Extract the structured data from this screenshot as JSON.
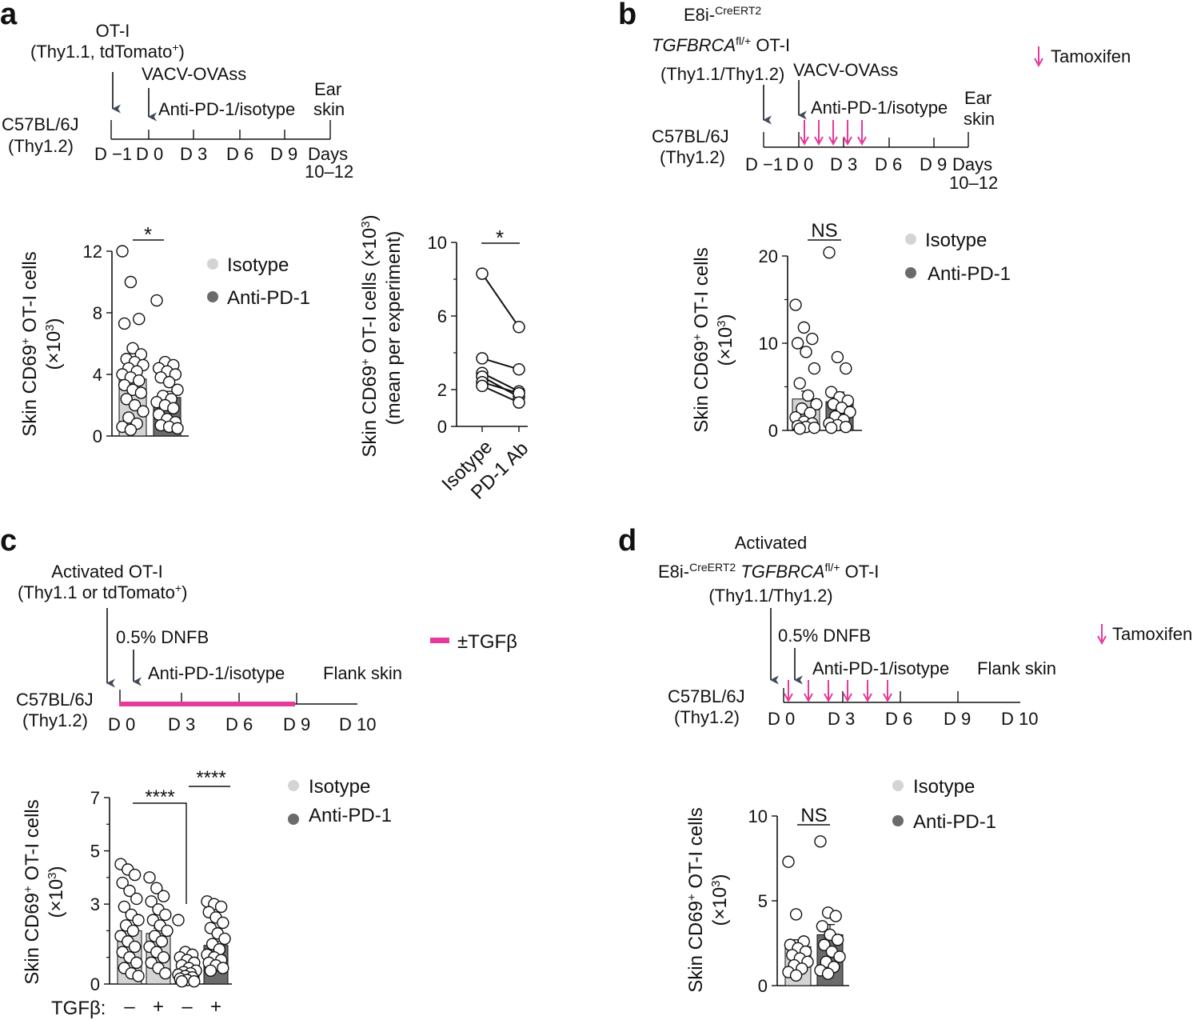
{
  "panels": {
    "a": {
      "label": "a",
      "timeline": {
        "cell_line1": "OT-I",
        "cell_line2": "(Thy1.1, tdTomato",
        "cell_sup": "+",
        "cell_line2_end": ")",
        "infection": "VACV-OVAss",
        "treatment": "Anti-PD-1/isotype",
        "harvest1": "Ear",
        "harvest2": "skin",
        "host1": "C57BL/6J",
        "host2": "(Thy1.2)",
        "ticks": [
          "D −1",
          "D 0",
          "D 3",
          "D 6",
          "D 9"
        ],
        "days1": "Days",
        "days2": "10–12"
      },
      "legend": [
        "Isotype",
        "Anti-PD-1"
      ],
      "ylabel1": "Skin CD69",
      "ylabel_sup": "+",
      "ylabel1_end": " OT-I cells",
      "ylabel2": "(×10",
      "ylabel2_sup": "3",
      "ylabel2_end": ")",
      "sig": "*",
      "paired_ylabel1": "Skin CD69",
      "paired_ylabel_sup": "+",
      "paired_ylabel1_end": " OT-I cells (×10",
      "paired_ylabel1_sup2": "3",
      "paired_ylabel1_end2": ")",
      "paired_ylabel2": "(mean per experiment)",
      "paired_xlabels": [
        "Isotype",
        "PD-1 Ab"
      ],
      "paired_sig": "*"
    },
    "b": {
      "label": "b",
      "timeline": {
        "gene_line1": "E8i-",
        "gene_sup1": "CreERT2",
        "gene_line2": "TGFBRCA",
        "gene_sup2": "fl/+",
        "gene_line2_end": " OT-I",
        "gene_line3": "(Thy1.1/Thy1.2)",
        "infection": "VACV-OVAss",
        "treatment": "Anti-PD-1/isotype",
        "harvest1": "Ear",
        "harvest2": "skin",
        "host1": "C57BL/6J",
        "host2": "(Thy1.2)",
        "ticks": [
          "D −1",
          "D 0",
          "D 3",
          "D 6",
          "D 9"
        ],
        "days1": "Days",
        "days2": "10–12",
        "tamoxifen": "Tamoxifen"
      },
      "legend": [
        "Isotype",
        "Anti-PD-1"
      ],
      "ylabel1": "Skin CD69",
      "ylabel_sup": "+",
      "ylabel1_end": " OT-I cells",
      "ylabel2": "(×10",
      "ylabel2_sup": "3",
      "ylabel2_end": ")",
      "sig": "NS"
    },
    "c": {
      "label": "c",
      "timeline": {
        "cell_line1": "Activated OT-I",
        "cell_line2": "(Thy1.1 or tdTomato",
        "cell_sup": "+",
        "cell_line2_end": ")",
        "sensitizer": "0.5% DNFB",
        "treatment": "Anti-PD-1/isotype",
        "harvest": "Flank skin",
        "host1": "C57BL/6J",
        "host2": "(Thy1.2)",
        "ticks": [
          "D 0",
          "D 3",
          "D 6",
          "D 9",
          "D 10"
        ],
        "tgfb_legend": "±TGFβ"
      },
      "legend": [
        "Isotype",
        "Anti-PD-1"
      ],
      "ylabel1": "Skin CD69",
      "ylabel_sup": "+",
      "ylabel1_end": " OT-I cells",
      "ylabel2": "(×10",
      "ylabel2_sup": "3",
      "ylabel2_end": ")",
      "sig1": "****",
      "sig2": "****",
      "tgfb_row_label": "TGFβ:",
      "tgfb_row": [
        "–",
        "+",
        "–",
        "+"
      ]
    },
    "d": {
      "label": "d",
      "timeline": {
        "gene_line0": "Activated",
        "gene_line1": "E8i-",
        "gene_sup1": "CreERT2",
        "gene_line2": " TGFBRCA",
        "gene_sup2": "fl/+",
        "gene_line2_end": " OT-I",
        "gene_line3": "(Thy1.1/Thy1.2)",
        "sensitizer": "0.5% DNFB",
        "treatment": "Anti-PD-1/isotype",
        "harvest": "Flank skin",
        "host1": "C57BL/6J",
        "host2": "(Thy1.2)",
        "ticks": [
          "D 0",
          "D 3",
          "D 6",
          "D 9",
          "D 10"
        ],
        "tamoxifen": "Tamoxifen"
      },
      "legend": [
        "Isotype",
        "Anti-PD-1"
      ],
      "ylabel1": "Skin CD69",
      "ylabel_sup": "+",
      "ylabel1_end": " OT-I cells",
      "ylabel2": "(×10",
      "ylabel2_sup": "3",
      "ylabel2_end": ")",
      "sig": "NS"
    }
  },
  "colors": {
    "isotype": "#d4d4d4",
    "anti_pd1": "#6b6b6b",
    "tamoxifen": "#e6399b",
    "tgfb": "#e6399b",
    "arrow": "#3f4a5a"
  },
  "chart_data": [
    {
      "panel": "a",
      "type": "bar",
      "categories": [
        "Isotype",
        "Anti-PD-1"
      ],
      "ylim": [
        0,
        12
      ],
      "yticks": [
        0,
        4,
        8,
        12
      ],
      "values": [
        3.7,
        2.5
      ],
      "sem": [
        0.6,
        0.4
      ],
      "points": [
        [
          12.0,
          10.0,
          7.6,
          7.3,
          5.7,
          5.3,
          5.0,
          4.8,
          4.6,
          4.4,
          4.2,
          4.0,
          3.8,
          3.6,
          3.3,
          3.0,
          2.8,
          2.4,
          2.0,
          1.6,
          1.2,
          0.8,
          0.6,
          0.4
        ],
        [
          8.8,
          4.8,
          4.6,
          4.4,
          4.2,
          4.0,
          3.8,
          3.5,
          3.0,
          2.6,
          2.4,
          2.2,
          2.0,
          1.8,
          1.4,
          1.1,
          0.9,
          0.7,
          0.6,
          0.5
        ]
      ],
      "legend": "right",
      "grid": false
    },
    {
      "panel": "a",
      "type": "scatter",
      "categories": [
        "Isotype",
        "PD-1 Ab"
      ],
      "ylim": [
        0,
        10
      ],
      "yticks": [
        0,
        2,
        6,
        10
      ],
      "pairs": [
        [
          8.3,
          5.4
        ],
        [
          3.7,
          3.1
        ],
        [
          2.9,
          1.9
        ],
        [
          2.7,
          1.6
        ],
        [
          2.4,
          1.8
        ],
        [
          2.2,
          1.3
        ]
      ],
      "grid": false
    },
    {
      "panel": "b",
      "type": "bar",
      "categories": [
        "Isotype",
        "Anti-PD-1"
      ],
      "ylim": [
        0,
        20
      ],
      "yticks": [
        0,
        10,
        20
      ],
      "values": [
        3.6,
        3.3
      ],
      "sem": [
        0.9,
        1.1
      ],
      "points": [
        [
          14.4,
          11.8,
          10.5,
          10.0,
          9.0,
          7.1,
          5.4,
          4.0,
          3.0,
          2.5,
          2.0,
          1.5,
          1.0,
          0.8,
          0.5,
          0.4,
          0.3,
          0.2
        ],
        [
          20.4,
          8.4,
          7.1,
          4.4,
          3.8,
          3.4,
          3.0,
          2.6,
          2.1,
          1.6,
          1.2,
          0.8,
          0.6,
          0.4,
          0.3
        ]
      ],
      "legend": "right",
      "grid": false
    },
    {
      "panel": "c",
      "type": "bar",
      "categories": [
        "Isotype –TGFβ",
        "Isotype +TGFβ",
        "Anti-PD-1 –TGFβ",
        "Anti-PD-1 +TGFβ"
      ],
      "ylim": [
        0,
        7
      ],
      "yticks": [
        0,
        3,
        5,
        7
      ],
      "values": [
        2.0,
        1.9,
        0.55,
        1.45
      ],
      "sem": [
        0.2,
        0.2,
        0.1,
        0.15
      ],
      "points": [
        [
          4.5,
          4.3,
          4.1,
          3.8,
          3.5,
          3.2,
          2.9,
          2.6,
          2.4,
          2.2,
          2.0,
          1.8,
          1.6,
          1.4,
          1.2,
          1.0,
          0.8,
          0.6,
          0.4,
          0.3
        ],
        [
          4.0,
          3.6,
          3.3,
          3.1,
          2.8,
          2.6,
          2.4,
          2.2,
          2.0,
          1.8,
          1.6,
          1.4,
          1.2,
          1.0,
          0.8,
          0.6,
          0.4
        ],
        [
          2.4,
          1.2,
          1.1,
          1.0,
          0.9,
          0.8,
          0.7,
          0.6,
          0.5,
          0.45,
          0.4,
          0.35,
          0.3,
          0.25,
          0.2,
          0.15,
          0.1,
          0.1
        ],
        [
          3.1,
          3.0,
          2.9,
          2.7,
          2.5,
          2.3,
          2.1,
          1.9,
          1.7,
          1.5,
          1.3,
          1.1,
          1.0,
          0.9,
          0.8,
          0.7,
          0.6,
          0.5
        ]
      ],
      "legend": "right",
      "grid": false
    },
    {
      "panel": "d",
      "type": "bar",
      "categories": [
        "Isotype",
        "Anti-PD-1"
      ],
      "ylim": [
        0,
        10
      ],
      "yticks": [
        0,
        5,
        10
      ],
      "values": [
        2.3,
        3.0
      ],
      "sem": [
        0.4,
        0.6
      ],
      "points": [
        [
          7.3,
          4.2,
          2.6,
          2.4,
          2.2,
          2.0,
          1.8,
          1.6,
          1.4,
          1.2,
          1.0,
          0.8,
          0.6
        ],
        [
          8.5,
          4.3,
          4.1,
          3.5,
          3.0,
          2.7,
          2.4,
          2.0,
          1.7,
          1.4,
          1.1,
          0.9,
          0.7
        ]
      ],
      "legend": "right",
      "grid": false
    }
  ]
}
